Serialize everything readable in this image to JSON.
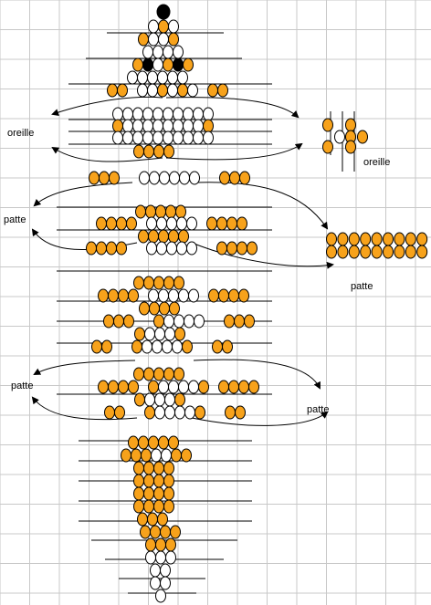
{
  "title": "",
  "labels": {
    "ear_left": "oreille",
    "ear_right": "oreille",
    "paw_upper_left": "patte",
    "paw_upper_right": "patte",
    "paw_lower_left": "patte",
    "paw_lower_right": "patte"
  },
  "colors": {
    "orange": "#f7a21b",
    "white": "#ffffff",
    "black": "#000000",
    "outline": "#000000",
    "grid": "#c8c8c8"
  }
}
